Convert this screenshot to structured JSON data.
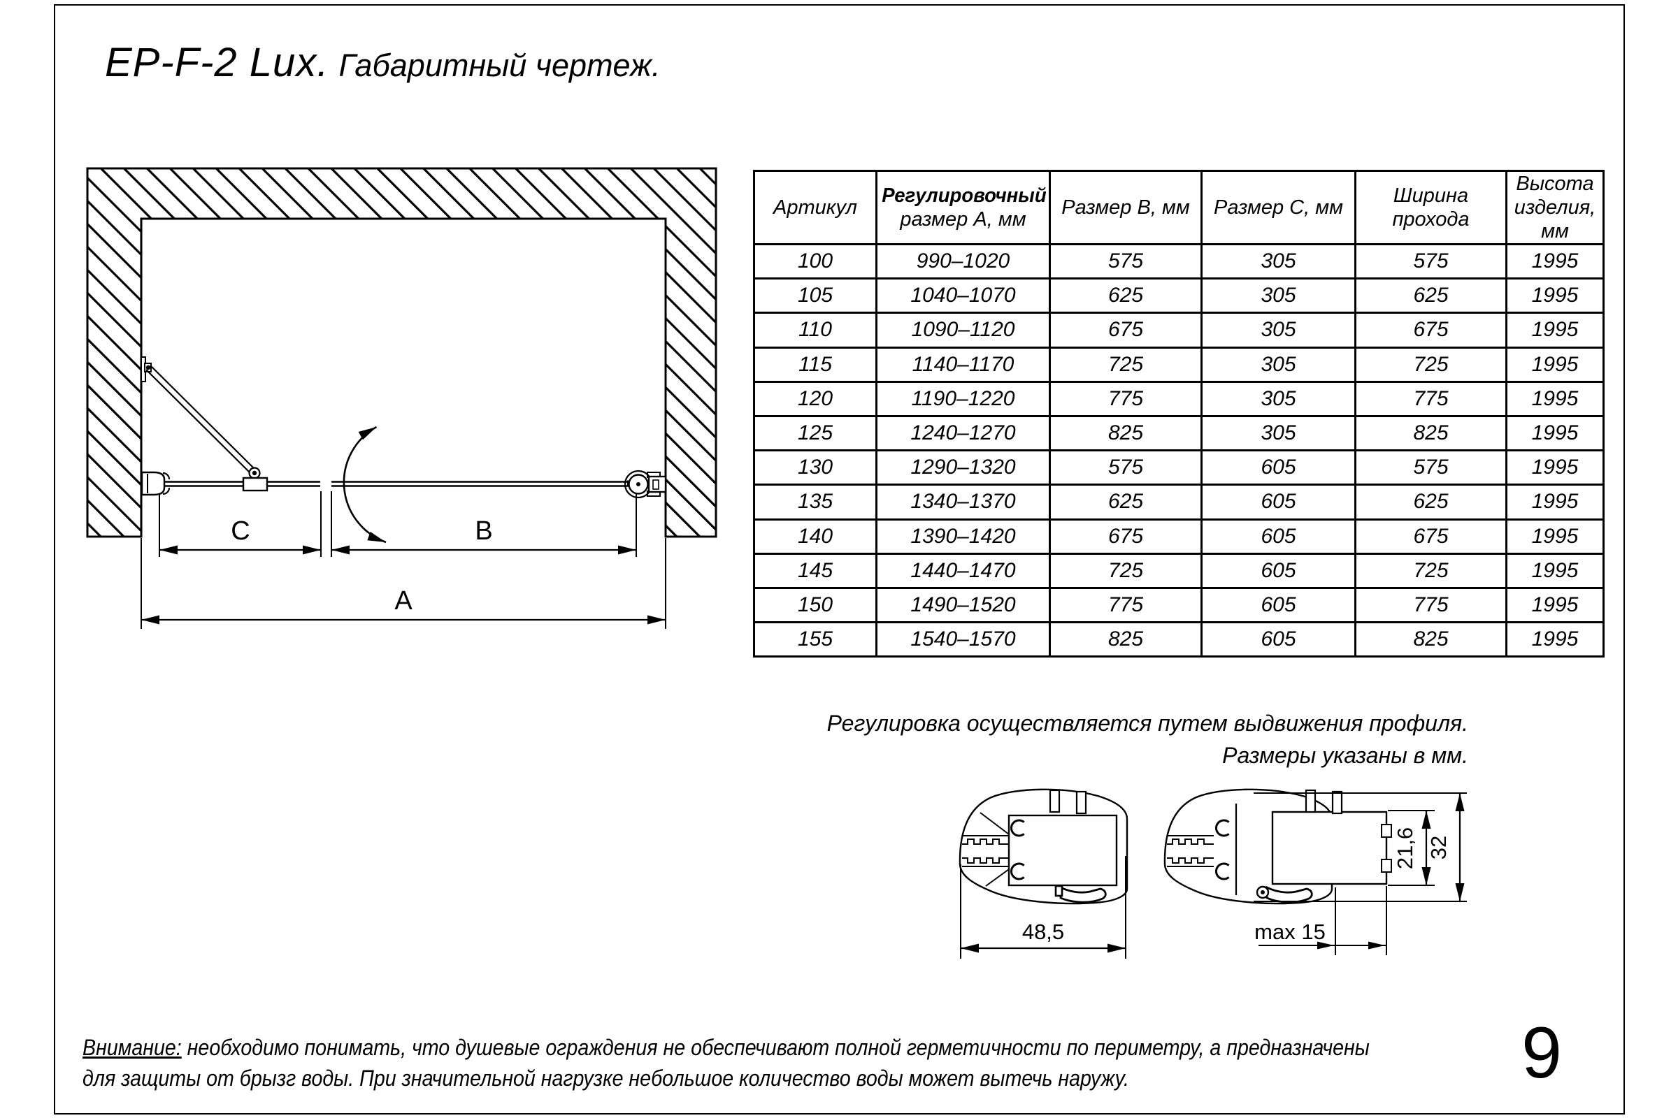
{
  "title": {
    "model": "EP-F-2 Lux.",
    "subtitle": "Габаритный чертеж."
  },
  "table": {
    "col1": "Артикул",
    "col2_bold": "Регулировочный",
    "col2_rest": "размер А, мм",
    "col3": "Размер В, мм",
    "col4": "Размер С, мм",
    "col5": "Ширина прохода",
    "col6": "Высота изделия, мм",
    "rows": [
      [
        "100",
        "990–1020",
        "575",
        "305",
        "575",
        "1995"
      ],
      [
        "105",
        "1040–1070",
        "625",
        "305",
        "625",
        "1995"
      ],
      [
        "110",
        "1090–1120",
        "675",
        "305",
        "675",
        "1995"
      ],
      [
        "115",
        "1140–1170",
        "725",
        "305",
        "725",
        "1995"
      ],
      [
        "120",
        "1190–1220",
        "775",
        "305",
        "775",
        "1995"
      ],
      [
        "125",
        "1240–1270",
        "825",
        "305",
        "825",
        "1995"
      ],
      [
        "130",
        "1290–1320",
        "575",
        "605",
        "575",
        "1995"
      ],
      [
        "135",
        "1340–1370",
        "625",
        "605",
        "625",
        "1995"
      ],
      [
        "140",
        "1390–1420",
        "675",
        "605",
        "675",
        "1995"
      ],
      [
        "145",
        "1440–1470",
        "725",
        "605",
        "725",
        "1995"
      ],
      [
        "150",
        "1490–1520",
        "775",
        "605",
        "775",
        "1995"
      ],
      [
        "155",
        "1540–1570",
        "825",
        "605",
        "825",
        "1995"
      ]
    ]
  },
  "drawing": {
    "label_a": "A",
    "label_b": "B",
    "label_c": "C"
  },
  "profiles": {
    "width": "48,5",
    "max": "max 15",
    "inner": "21,6",
    "outer": "32"
  },
  "notes": {
    "line1": "Регулировка осуществляется путем выдвижения профиля.",
    "line2": "Размеры указаны в мм."
  },
  "warning": {
    "label": "Внимание:",
    "line1_rest": " необходимо понимать, что душевые ограждения не обеспечивают полной герметичности по периметру, а предназначены",
    "line2": "для защиты от брызг воды. При значительной нагрузке небольшое количество воды может вытечь наружу."
  },
  "page": {
    "number": "9"
  }
}
